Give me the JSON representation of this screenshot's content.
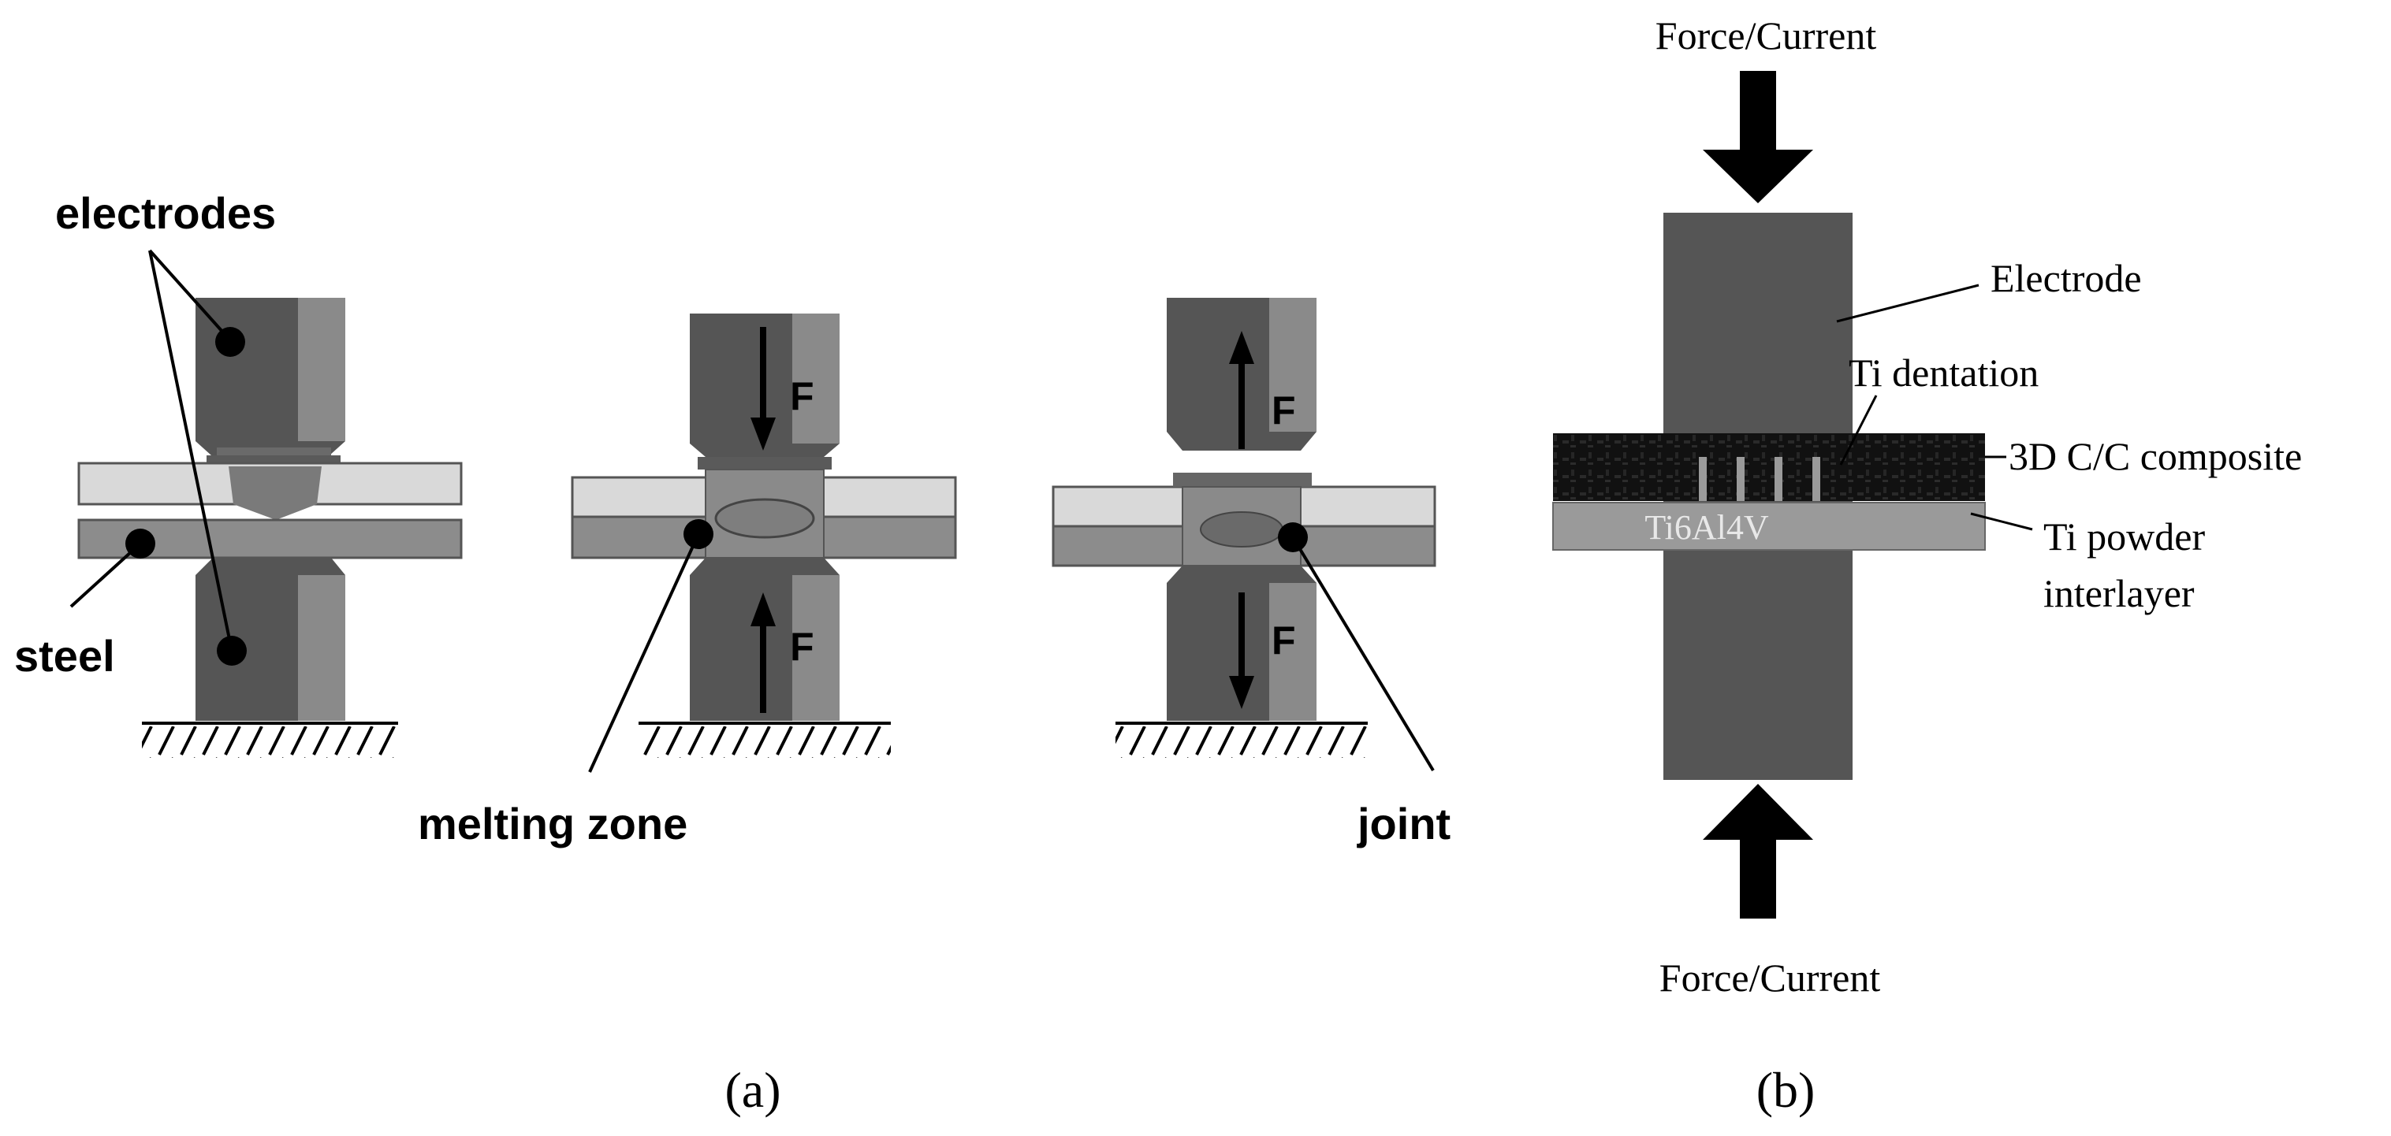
{
  "panel_a": {
    "caption": "(a)",
    "label_electrodes": "electrodes",
    "label_steel": "steel",
    "label_melting_zone": "melting zone",
    "label_joint": "joint",
    "force_symbol": "F"
  },
  "panel_b": {
    "caption": "(b)",
    "label_force_current_top": "Force/Current",
    "label_force_current_bottom": "Force/Current",
    "label_electrode": "Electrode",
    "label_ti_dentation": "Ti dentation",
    "label_composite": "3D C/C composite",
    "label_ti6al4v": "Ti6Al4V",
    "label_ti_powder_line1": "Ti powder",
    "label_ti_powder_line2": "interlayer"
  },
  "colors": {
    "electrode_dark": "#555555",
    "electrode_light": "#8a8a8a",
    "sheet_top": "#d9d9d9",
    "sheet_bottom": "#8c8c8c",
    "nugget": "#7a7a7a",
    "ink": "#000000",
    "composite": "#111111",
    "ti_alloy": "#9a9a9a"
  }
}
